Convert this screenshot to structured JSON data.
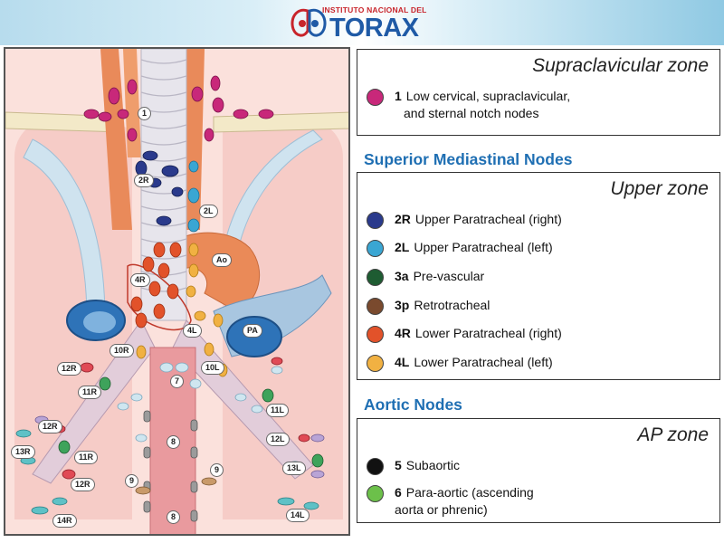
{
  "header": {
    "institute_line": "INSTITUTO NACIONAL DEL",
    "institute_name": "TORAX"
  },
  "diagram": {
    "labels": [
      "1",
      "2R",
      "2L",
      "Ao",
      "4R",
      "4L",
      "PA",
      "10R",
      "10L",
      "12R",
      "11R",
      "7",
      "11L",
      "12L",
      "12R",
      "13R",
      "11R",
      "12R",
      "8",
      "9",
      "9",
      "13L",
      "14R",
      "14L",
      "8"
    ]
  },
  "supraclavicular": {
    "zone_title": "Supraclavicular zone",
    "items": [
      {
        "code": "1",
        "text_line1": "Low cervical, supraclavicular,",
        "text_line2": "and sternal notch nodes",
        "color": "#c8287a"
      }
    ]
  },
  "superior": {
    "heading": "Superior Mediastinal Nodes",
    "zone_title": "Upper zone",
    "items": [
      {
        "code": "2R",
        "text": "Upper Paratracheal (right)",
        "color": "#2a3a8c"
      },
      {
        "code": "2L",
        "text": "Upper Paratracheal (left)",
        "color": "#3aa6d3"
      },
      {
        "code": "3a",
        "text": "Pre-vascular",
        "color": "#1e5c32"
      },
      {
        "code": "3p",
        "text": "Retrotracheal",
        "color": "#7a4a2e"
      },
      {
        "code": "4R",
        "text": "Lower Paratracheal (right)",
        "color": "#e2522a"
      },
      {
        "code": "4L",
        "text": "Lower Paratracheal (left)",
        "color": "#f1b142"
      }
    ]
  },
  "aortic": {
    "heading": "Aortic Nodes",
    "zone_title": "AP zone",
    "items": [
      {
        "code": "5",
        "text_line1": "Subaortic",
        "text_line2": "",
        "color": "#111111"
      },
      {
        "code": "6",
        "text_line1": "Para-aortic (ascending",
        "text_line2": "aorta or phrenic)",
        "color": "#6cc04a"
      }
    ]
  }
}
